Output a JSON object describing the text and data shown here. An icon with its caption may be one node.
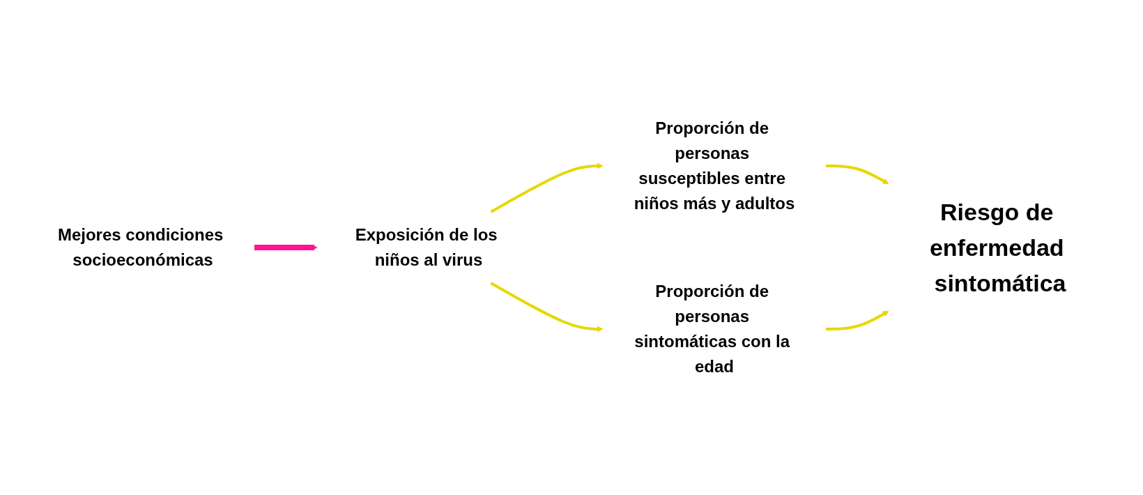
{
  "diagram": {
    "nodes": [
      {
        "text": [
          "Mejores condiciones socioeconómicas"
        ]
      },
      {
        "text": [
          "Exposición de los niños al virus"
        ]
      },
      {
        "text": [
          "Proporción de personas susceptibles entre niños más y adultos"
        ]
      },
      {
        "text": [
          "Proporción de personas sintomáticas con la edad"
        ]
      },
      {
        "text": [
          "Riesgo de enfermedad sintomática"
        ]
      }
    ],
    "edges": [
      {
        "from": 0,
        "to": 1,
        "arrow": "to",
        "style": "thick",
        "color": "#ff1493"
      },
      {
        "from": 1,
        "to": 2,
        "arrow": "to"
      },
      {
        "from": 1,
        "to": 3,
        "arrow": "to"
      },
      {
        "from": 2,
        "to": 4,
        "arrow": "to"
      },
      {
        "from": 3,
        "to": 4,
        "arrow": "to"
      }
    ]
  }
}
